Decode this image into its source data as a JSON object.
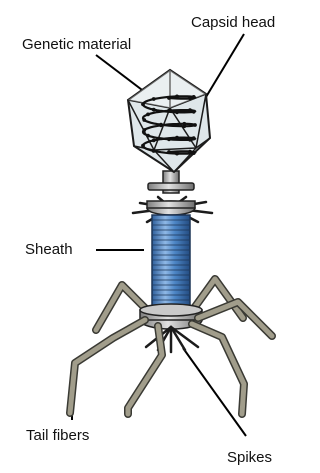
{
  "labels": {
    "genetic_material": "Genetic material",
    "capsid_head": "Capsid head",
    "sheath": "Sheath",
    "tail_fibers": "Tail fibers",
    "spikes": "Spikes"
  },
  "colors": {
    "capsid_fill": "#dfe7ea",
    "capsid_stroke": "#1c1c1c",
    "dna": "#111111",
    "collar": "#b8b8b8",
    "sheath": "#4d86c6",
    "sheath_light": "#8fb8e6",
    "baseplate": "#8c8c8c",
    "fiber": "#8a8676",
    "leader_line": "#000000"
  }
}
